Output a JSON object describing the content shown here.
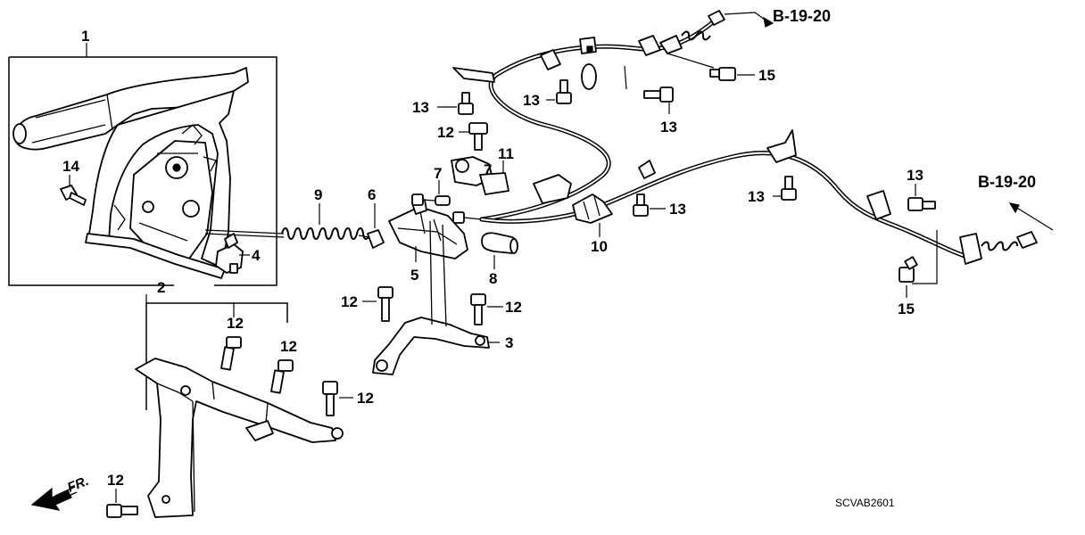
{
  "diagram": {
    "code": "SCVAB2601",
    "front_marker": "FR.",
    "references": [
      {
        "id": "ref-top",
        "text": "B-19-20"
      },
      {
        "id": "ref-right",
        "text": "B-19-20"
      }
    ],
    "callouts": [
      "1",
      "2",
      "3",
      "4",
      "5",
      "6",
      "7",
      "7",
      "8",
      "9",
      "10",
      "11",
      "12",
      "12",
      "12",
      "12",
      "12",
      "12",
      "12",
      "12",
      "13",
      "13",
      "13",
      "13",
      "13",
      "13",
      "14",
      "15",
      "15"
    ]
  }
}
